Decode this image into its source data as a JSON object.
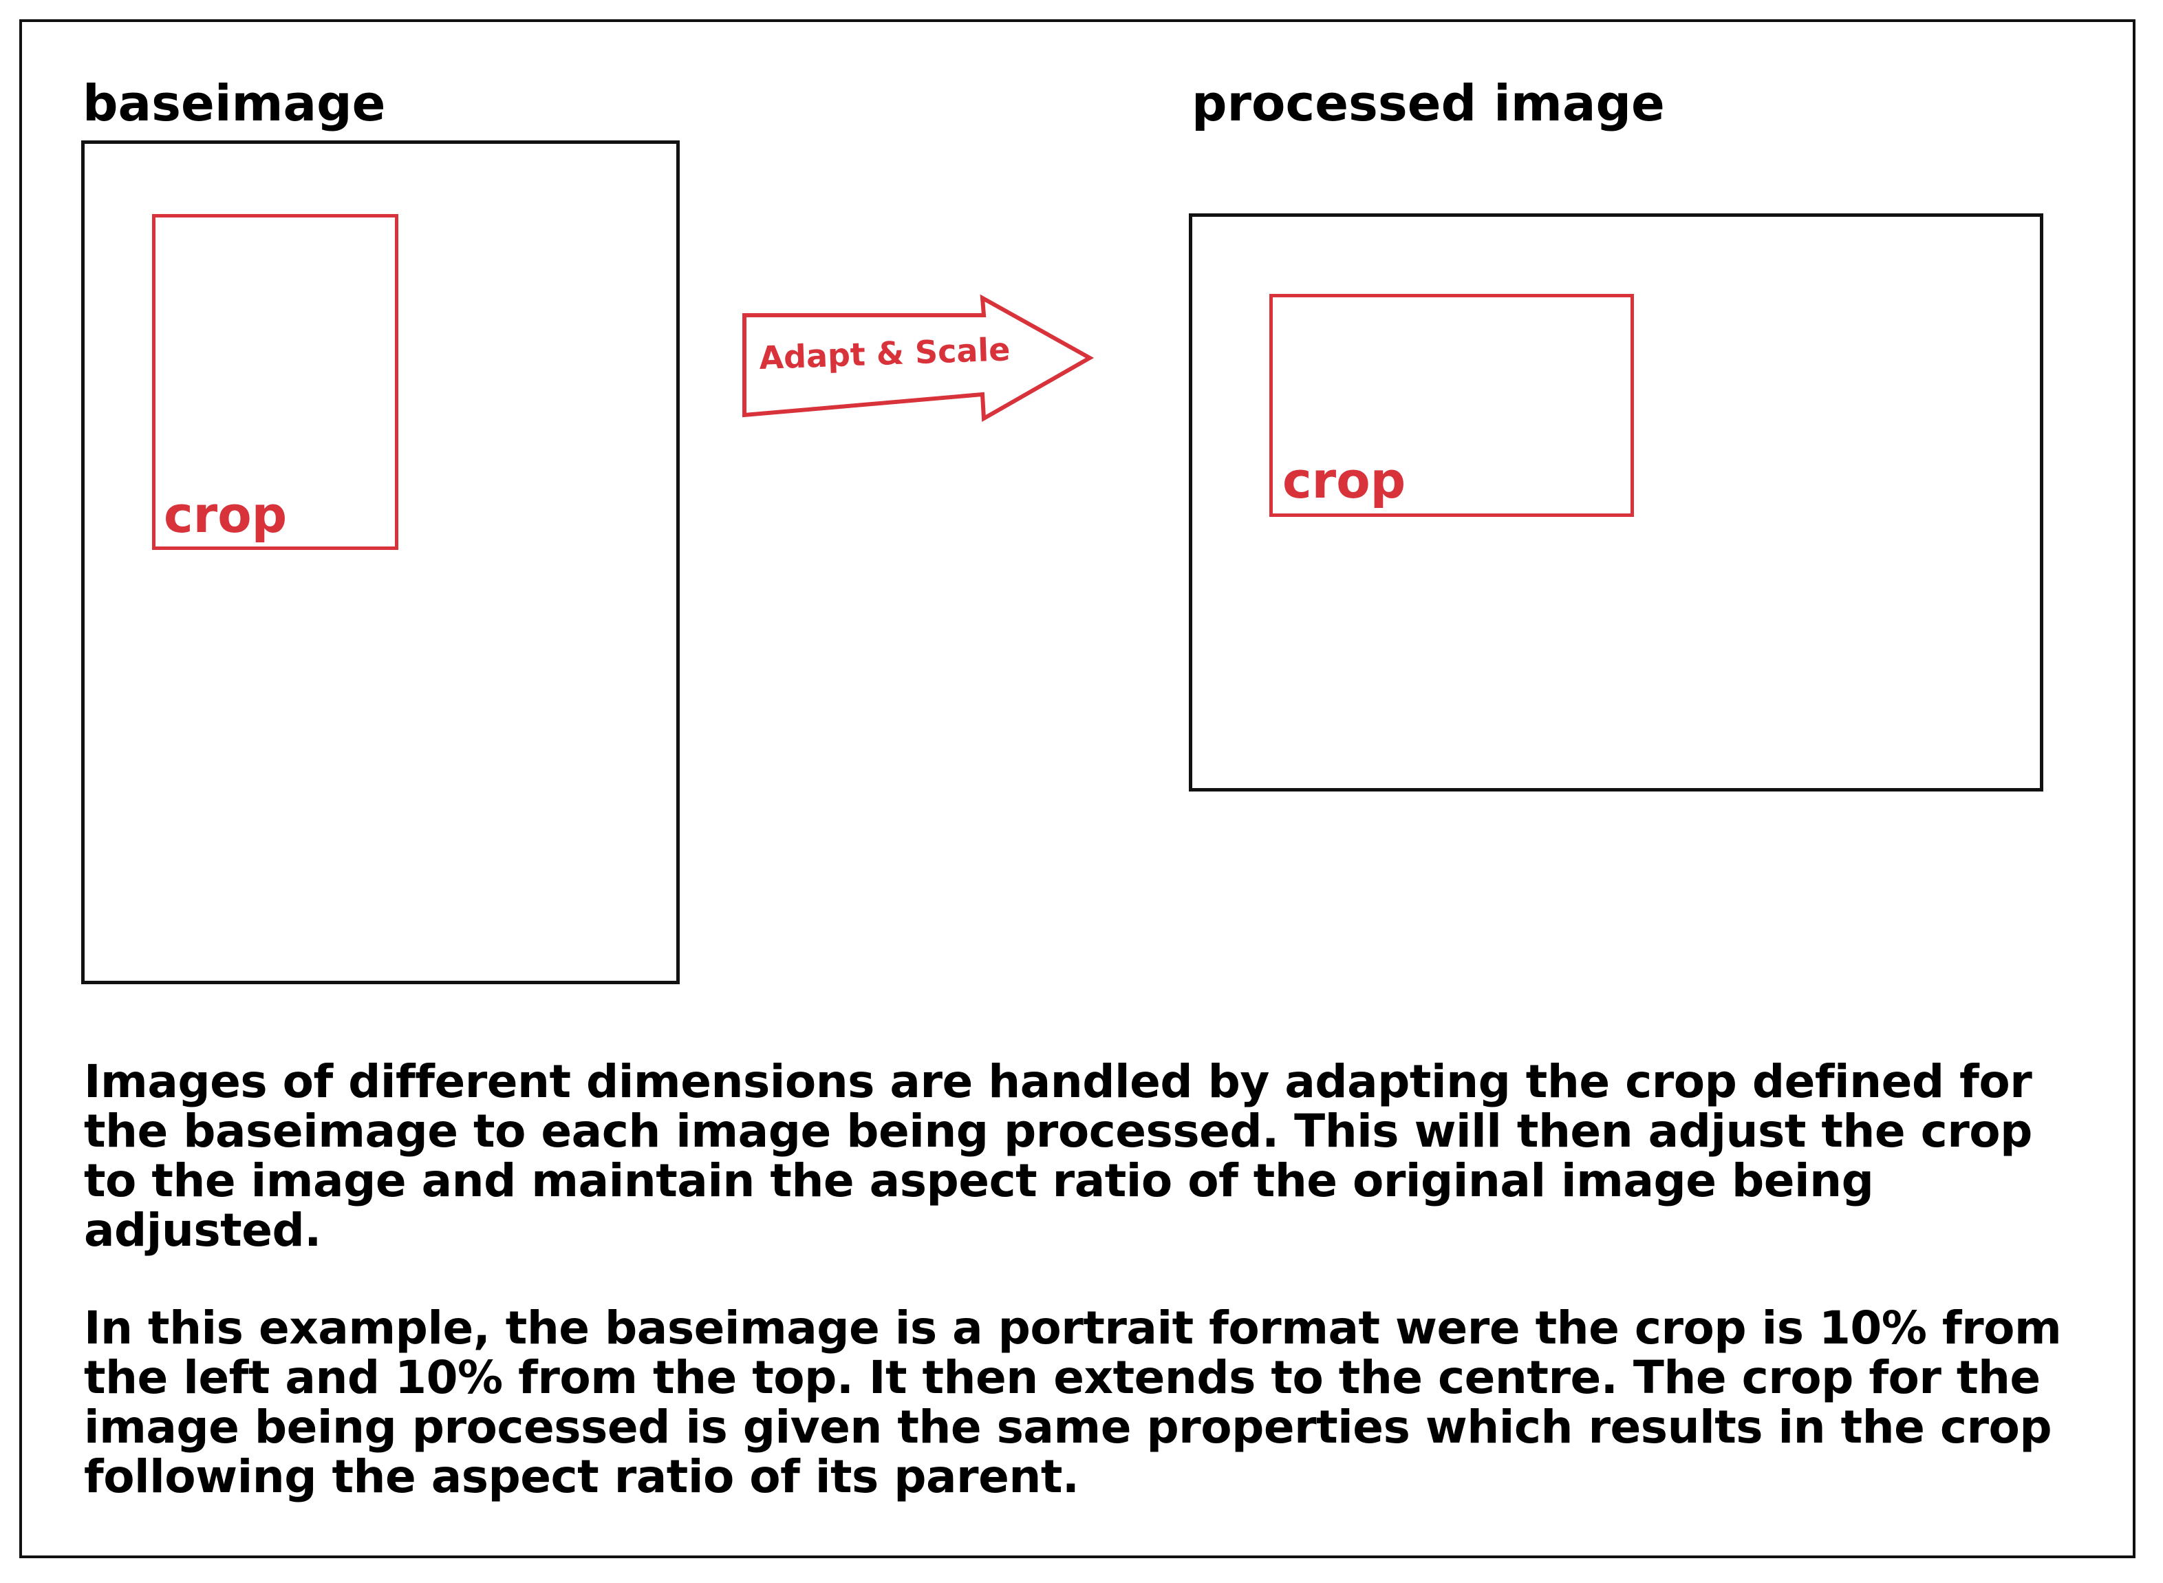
{
  "diagram": {
    "base_panel": {
      "title": "baseimage",
      "crop_label": "crop"
    },
    "processed_panel": {
      "title": "processed image",
      "crop_label": "crop"
    },
    "arrow": {
      "label": "Adapt & Scale"
    },
    "description": {
      "paragraph_1": "Images of different dimensions are handled by adapting the crop defined for the baseimage to each image being processed. This will then adjust the crop to the image and maintain the aspect ratio of the original image being adjusted.",
      "paragraph_2": "In this example, the baseimage is a portrait format were the crop is 10% from the left and 10% from the top. It then extends to the centre. The crop for the image being processed is given the same properties which results in the crop following the aspect ratio of its parent."
    },
    "colors": {
      "accent": "#d8323a",
      "outline": "#111111"
    }
  }
}
